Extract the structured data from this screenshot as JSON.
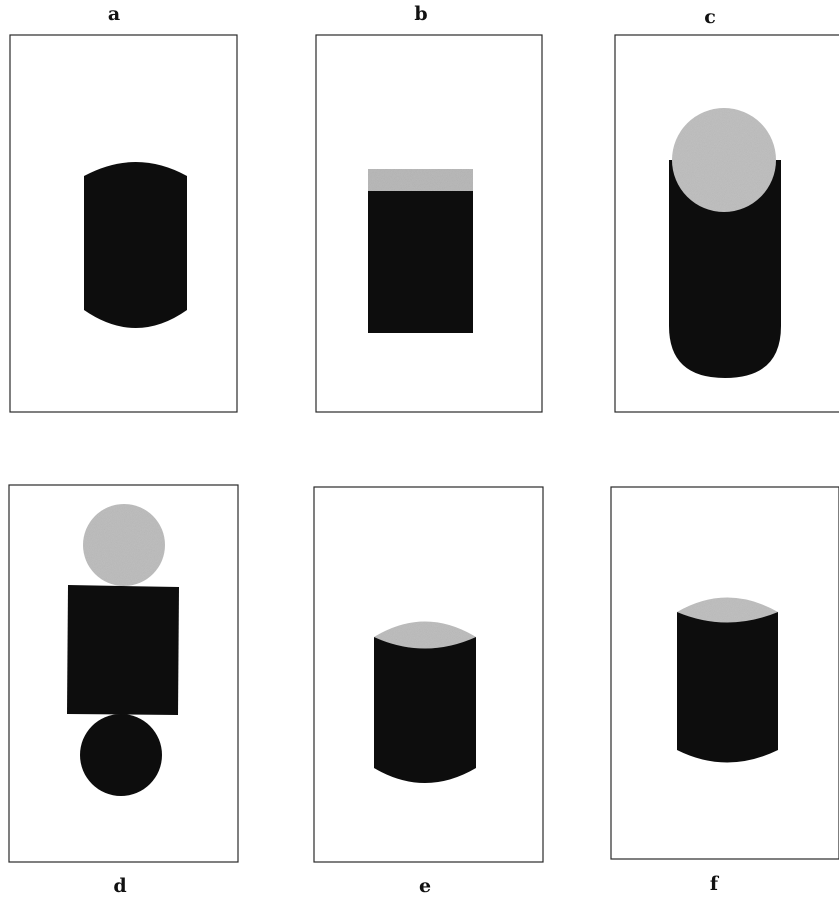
{
  "panels": [
    {
      "label": "a",
      "colors": {
        "body": "#0d0d0d"
      }
    },
    {
      "label": "b",
      "colors": {
        "body": "#0d0d0d",
        "top": "#bdbdbd"
      }
    },
    {
      "label": "c",
      "colors": {
        "body": "#0d0d0d",
        "top": "#c4c4c4"
      }
    },
    {
      "label": "d",
      "colors": {
        "body": "#0d0d0d",
        "top": "#c2c2c2"
      }
    },
    {
      "label": "e",
      "colors": {
        "body": "#0d0d0d",
        "top": "#c2c2c2"
      }
    },
    {
      "label": "f",
      "colors": {
        "body": "#0d0d0d",
        "top": "#c4c4c4"
      }
    }
  ],
  "colors": {
    "frame": "#2a2a2a",
    "background": "#ffffff"
  }
}
